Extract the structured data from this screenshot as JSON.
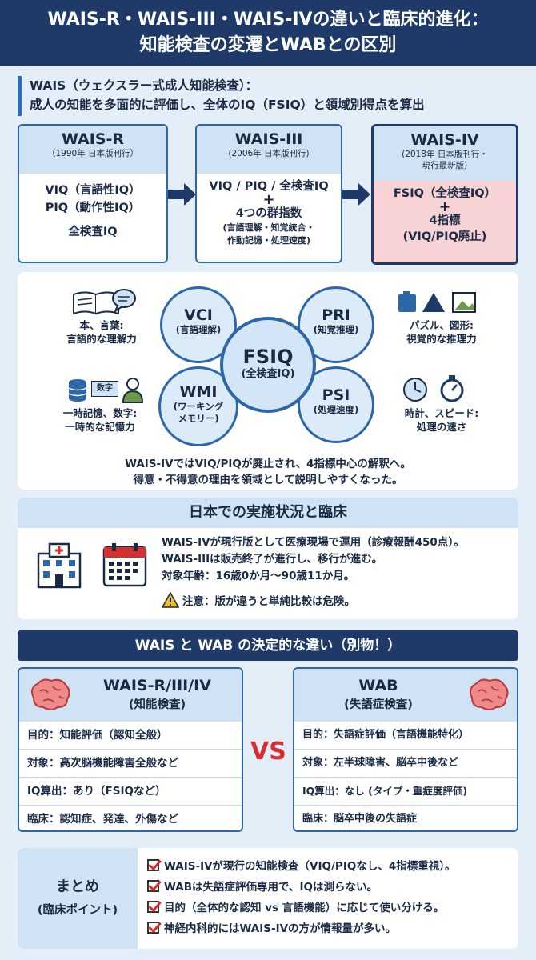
{
  "header": {
    "line1": "WAIS-R・WAIS-III・WAIS-IVの違いと臨床的進化：",
    "line2": "知能検査の変遷とWABとの区別"
  },
  "intro": {
    "line1": "WAIS（ウェクスラー式成人知能検査）：",
    "line2": "成人の知能を多面的に評価し、全体のIQ（FSIQ）と領域別得点を算出"
  },
  "versions": [
    {
      "title": "WAIS-R",
      "sub1": "（1990年 日本版刊行）",
      "sub2": "",
      "l1": "VIQ（言語性IQ）",
      "l2": "PIQ（動作性IQ）",
      "l3": "全検査IQ"
    },
    {
      "title": "WAIS-III",
      "sub1": "(2006年 日本版刊行)",
      "sub2": "",
      "l1": "VIQ / PIQ / 全検査IQ",
      "l2": "+",
      "l3": "4つの群指数",
      "l4": "(言語理解・知覚統合・",
      "l5": "作動記憶・処理速度)"
    },
    {
      "title": "WAIS-IV",
      "sub1": "(2018年 日本版刊行・",
      "sub2": "現行最新版)",
      "l1": "FSIQ（全検査IQ）",
      "l2": "+",
      "l3": "4指標",
      "l4": "(VIQ/PIQ廃止)"
    }
  ],
  "indices": {
    "center": {
      "abbr": "FSIQ",
      "name": "(全検査IQ)"
    },
    "vci": {
      "abbr": "VCI",
      "name": "(言語理解)"
    },
    "pri": {
      "abbr": "PRI",
      "name": "(知覚推理)"
    },
    "wmi": {
      "abbr": "WMI",
      "name1": "(ワーキング",
      "name2": "メモリー)"
    },
    "psi": {
      "abbr": "PSI",
      "name": "(処理速度)"
    },
    "vci_side": {
      "l1": "本、言葉:",
      "l2": "言語的な理解力"
    },
    "pri_side": {
      "l1": "パズル、図形:",
      "l2": "視覚的な推理力"
    },
    "wmi_side": {
      "l1": "一時記憶、数字:",
      "l2": "一時的な記憶力",
      "tag": "数字"
    },
    "psi_side": {
      "l1": "時計、スピード:",
      "l2": "処理の速さ"
    },
    "note1": "WAIS-IVではVIQ/PIQが廃止され、4指標中心の解釈へ。",
    "note2": "得意・不得意の理由を領域として説明しやすくなった。"
  },
  "japan": {
    "title": "日本での実施状況と臨床",
    "l1": "WAIS-IVが現行版として医療現場で運用（診療報酬450点）。",
    "l2": "WAIS-IIIは販売終了が進行し、移行が進む。",
    "l3": "対象年齢：16歳0か月〜90歳11か月。",
    "warn": "注意：版が違うと単純比較は危険。"
  },
  "vs_title": "WAIS と WAB の決定的な違い（別物！）",
  "vs_mark": "VS",
  "wais": {
    "title": "WAIS-R/III/IV",
    "sub": "(知能検査)",
    "rows": [
      "目的：知能評価（認知全般）",
      "対象：高次脳機能障害全般など",
      "IQ算出：あり（FSIQなど）",
      "臨床：認知症、発達、外傷など"
    ]
  },
  "wab": {
    "title": "WAB",
    "sub": "(失語症検査)",
    "rows": [
      "目的：失語症評価（言語機能特化）",
      "対象：左半球障害、脳卒中後など",
      "IQ算出：なし (タイプ・重症度評価)",
      "臨床：脳卒中後の失語症"
    ]
  },
  "summary": {
    "label1": "まとめ",
    "label2": "(臨床ポイント)",
    "items": [
      "WAIS-IVが現行の知能検査（VIQ/PIQなし、4指標重視）。",
      "WABは失語症評価専用で、IQは測らない。",
      "目的（全体的な認知 vs 言語機能）に応じて使い分ける。",
      "神経内科的にはWAIS-IVの方が情報量が多い。"
    ]
  },
  "colors": {
    "navy": "#1f3a68",
    "accent_blue": "#2d67a8",
    "light_blue": "#cfe3f5",
    "pink": "#f7d3d6",
    "red": "#d62f2f"
  }
}
